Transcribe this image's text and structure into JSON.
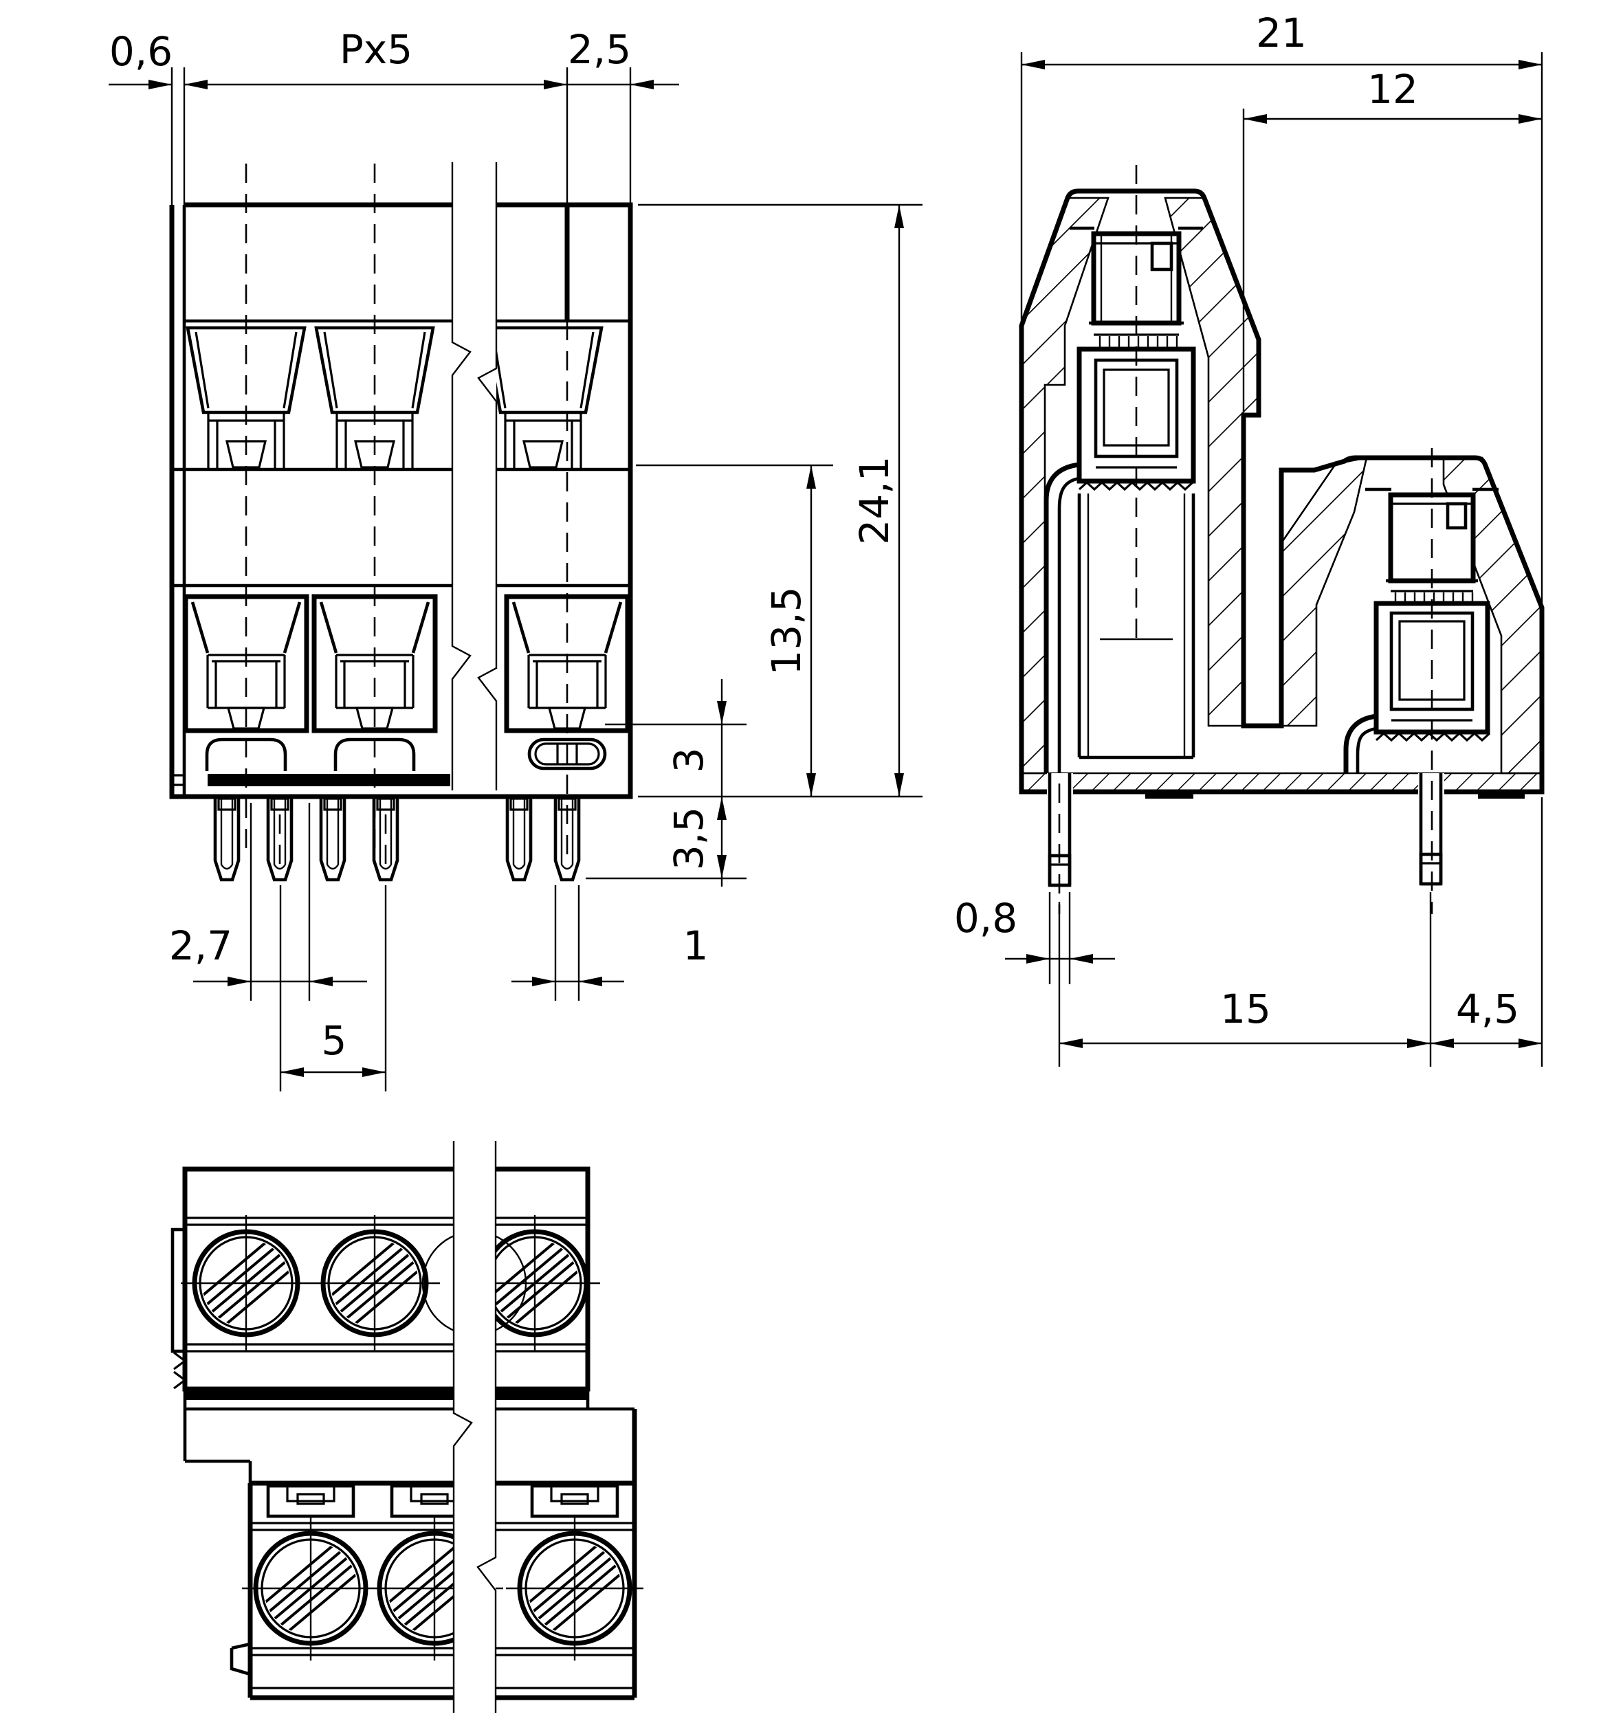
{
  "views": {
    "front": {
      "dims": {
        "wall_thickness": "0,6",
        "pole_pitch_total": "Px5",
        "last_pole_to_edge": "2,5",
        "overall_height": "24,1",
        "lower_tier_height": "13,5",
        "slot_to_base": "3",
        "pin_protrusion": "3,5",
        "pin_gap": "2,7",
        "pin_pitch": "5",
        "pin_width": "1"
      }
    },
    "side": {
      "dims": {
        "overall_depth": "21",
        "upper_tier_depth": "12",
        "pin_thickness": "0,8",
        "pin_row_spacing": "15",
        "pin_to_edge": "4,5"
      }
    }
  }
}
